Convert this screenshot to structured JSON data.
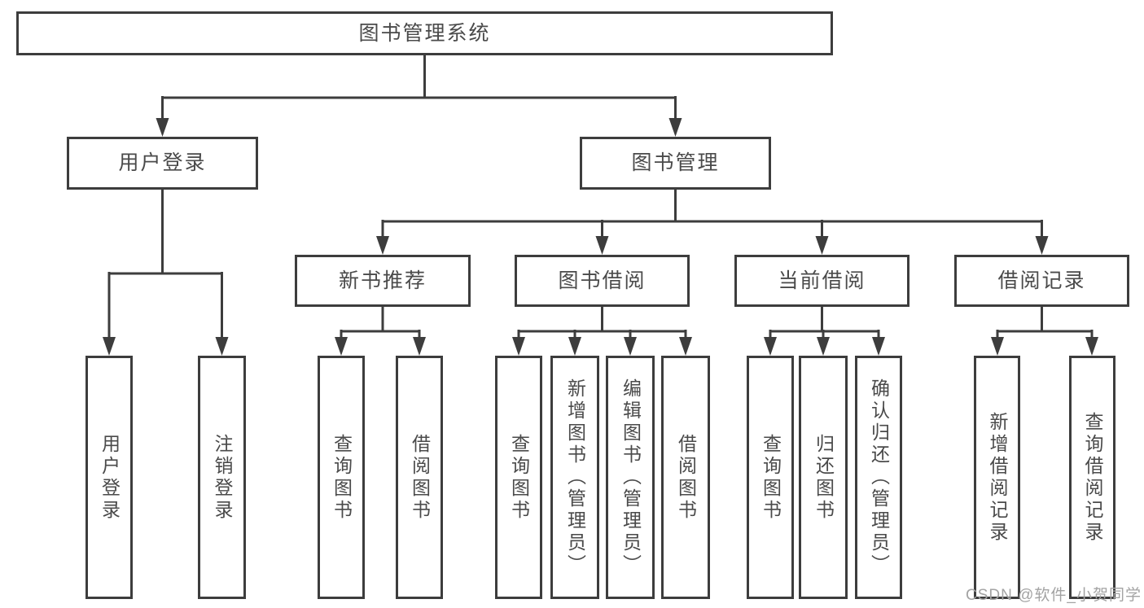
{
  "root": {
    "label": "图书管理系统"
  },
  "branches": [
    {
      "label": "用户登录",
      "children": [
        "用户登录",
        "注销登录"
      ]
    },
    {
      "label": "图书管理",
      "sections": [
        {
          "label": "新书推荐",
          "children": [
            "查询图书",
            "借阅图书"
          ]
        },
        {
          "label": "图书借阅",
          "children": [
            "查询图书",
            "新增图书（管理员）",
            "编辑图书（管理员）",
            "借阅图书"
          ]
        },
        {
          "label": "当前借阅",
          "children": [
            "查询图书",
            "归还图书",
            "确认归还（管理员）"
          ]
        },
        {
          "label": "借阅记录",
          "children": [
            "新增借阅记录",
            "查询借阅记录"
          ]
        }
      ]
    }
  ],
  "watermark": "CSDN @软件_小贺同学",
  "colors": {
    "line": "#3d3d3d",
    "text": "#4a4a4a",
    "watermark": "#a3a3a3",
    "background": "#ffffff"
  }
}
